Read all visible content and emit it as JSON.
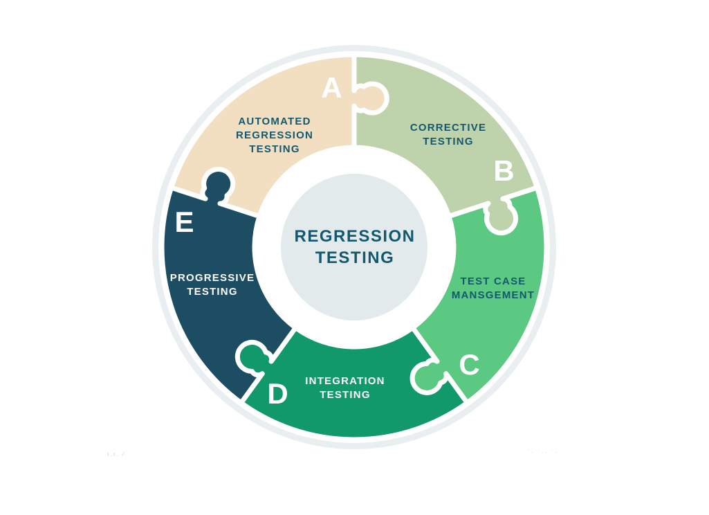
{
  "center": {
    "title": "REGRESSION\nTESTING",
    "text_color": "#14586F",
    "disc_color": "#E3EAEC",
    "ring_color": "#FFFFFF",
    "halo_color": "#E9EEF1"
  },
  "letter_color": "#FFFFFF",
  "piece_border_color": "#FFFFFF",
  "segments": [
    {
      "id": "a",
      "letter": "A",
      "label": "AUTOMATED\nREGRESSION\nTESTING",
      "color": "#F2DFC2",
      "label_color": "#14586F"
    },
    {
      "id": "b",
      "letter": "B",
      "label": "CORRECTIVE\nTESTING",
      "color": "#BED3AB",
      "label_color": "#14586F"
    },
    {
      "id": "c",
      "letter": "C",
      "label": "TEST CASE\nMANSGEMENT",
      "color": "#5BC982",
      "label_color": "#14586F"
    },
    {
      "id": "d",
      "letter": "D",
      "label": "INTEGRATION\nTESTING",
      "color": "#12996B",
      "label_color": "#FFFFFF"
    },
    {
      "id": "e",
      "letter": "E",
      "label": "PROGRESSIVE\nTESTING",
      "color": "#1D4D62",
      "label_color": "#FFFFFF"
    }
  ],
  "watermark": {
    "left_marks": "ı.ı. ⁄",
    "right_marks": "˙· ˙·· ˙·"
  }
}
